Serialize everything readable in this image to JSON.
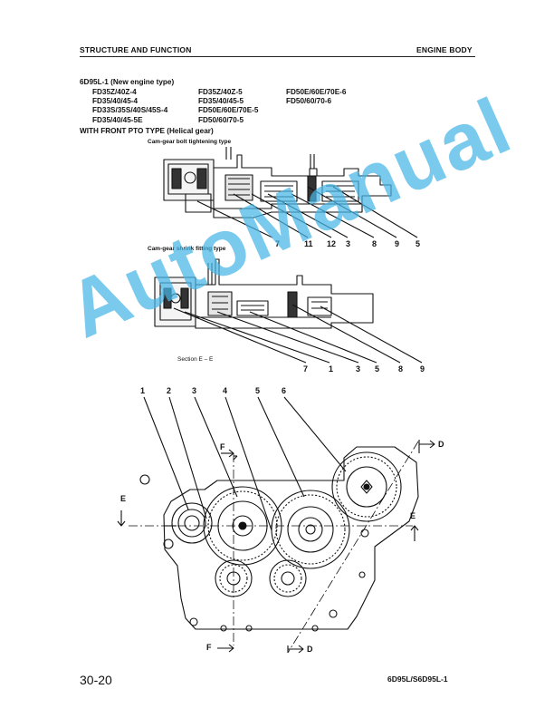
{
  "header": {
    "left": "STRUCTURE AND FUNCTION",
    "right": "ENGINE BODY"
  },
  "models": {
    "heading": "6D95L-1 (New engine type)",
    "col1": [
      "FD35Z/40Z-4",
      "FD35/40/45-4",
      "FD33S/35S/40S/45S-4",
      "FD35/40/45-5E"
    ],
    "col2": [
      "FD35Z/40Z-5",
      "FD35/40/45-5",
      "FD50E/60E/70E-5",
      "FD50/60/70-5"
    ],
    "col3": [
      "FD50E/60E/70E-6",
      "FD50/60/70-6"
    ],
    "pto": "WITH FRONT PTO TYPE (Helical gear)"
  },
  "figure1": {
    "caption": "Cam-gear bolt tightening type",
    "labels": [
      "7",
      "11",
      "12",
      "3",
      "8",
      "9",
      "5"
    ]
  },
  "figure2": {
    "caption": "Cam-gear shrink fitting type",
    "labels": [
      "7",
      "1",
      "3",
      "5",
      "8",
      "9"
    ]
  },
  "figure3": {
    "caption": "Section E – E",
    "callouts": [
      "1",
      "2",
      "3",
      "4",
      "5",
      "6"
    ],
    "section_marks": {
      "f_top": "F",
      "f_bottom": "F",
      "d_top": "D",
      "d_bottom": "D",
      "e_left": "E",
      "e_right": "E"
    }
  },
  "watermark": "AutoManual",
  "footer": {
    "page": "30-20",
    "model": "6D95L/S6D95L-1"
  }
}
